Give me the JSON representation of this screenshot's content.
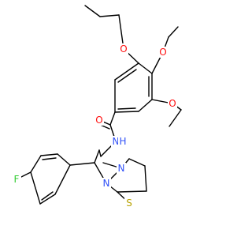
{
  "diagram": {
    "type": "chemical-structure",
    "atom_labels": [
      {
        "id": "o-top",
        "text": "O",
        "color": "#ff0d0d"
      },
      {
        "id": "o-mid",
        "text": "O",
        "color": "#ff0d0d"
      },
      {
        "id": "o-right",
        "text": "O",
        "color": "#ff0d0d"
      },
      {
        "id": "o-carbonyl",
        "text": "O",
        "color": "#ff0d0d"
      },
      {
        "id": "n-amide",
        "text": "N",
        "color": "#3050f8"
      },
      {
        "id": "h-amide",
        "text": "H",
        "color": "#3050f8"
      },
      {
        "id": "n-ring",
        "text": "N",
        "color": "#3050f8"
      },
      {
        "id": "n-ring-low",
        "text": "N",
        "color": "#3050f8"
      },
      {
        "id": "s-ring",
        "text": "S",
        "color": "#b8a200"
      },
      {
        "id": "f-sub",
        "text": "F",
        "color": "#32cd32"
      }
    ]
  }
}
